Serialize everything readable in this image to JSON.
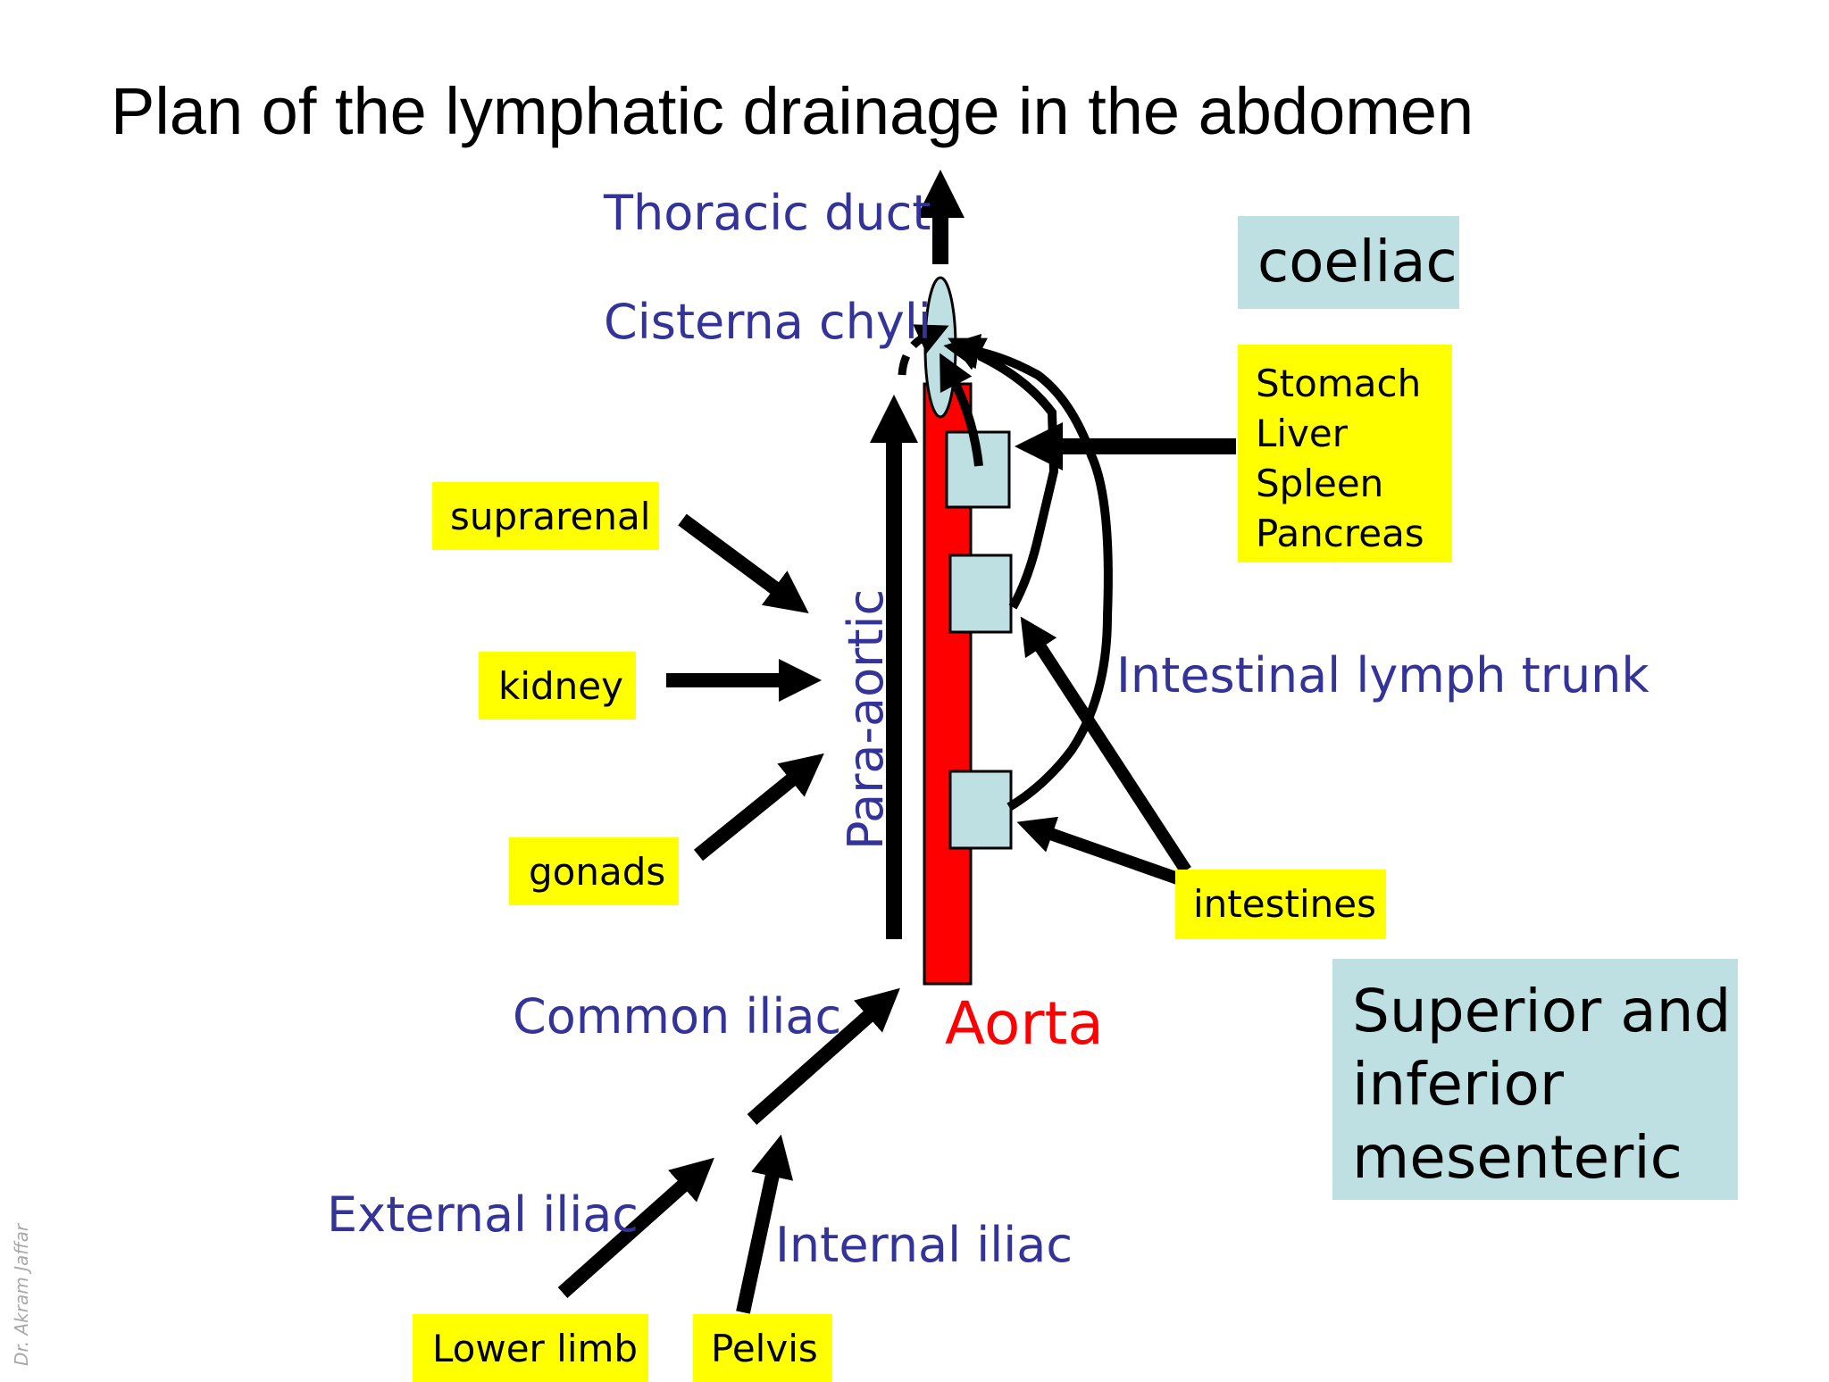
{
  "title": "Plan of the lymphatic drainage in the abdomen",
  "labels": {
    "thoracic_duct": "Thoracic duct",
    "cisterna_chyli": "Cisterna chyli",
    "para_aortic": "Para-aortic",
    "intestinal_lymph_trunk": "Intestinal lymph trunk",
    "common_iliac": "Common iliac",
    "aorta": "Aorta",
    "external_iliac": "External iliac",
    "internal_iliac": "Internal iliac"
  },
  "yellow_boxes": {
    "suprarenal": "suprarenal",
    "kidney": "kidney",
    "gonads": "gonads",
    "intestines": "intestines",
    "lower_limb": "Lower limb",
    "pelvis": "Pelvis",
    "organs": [
      "Stomach",
      "Liver",
      "Spleen",
      "Pancreas"
    ]
  },
  "cyan_boxes": {
    "coeliac": "coeliac",
    "mesenteric": "Superior and\ninferior\nmesenteric"
  },
  "watermark": "Dr. Akram Jaffar",
  "colors": {
    "aorta": "#ff0000",
    "label_blue": "#333399",
    "highlight_yellow": "#ffff00",
    "node_cyan": "#bfe0e3",
    "arrow": "#000000"
  }
}
